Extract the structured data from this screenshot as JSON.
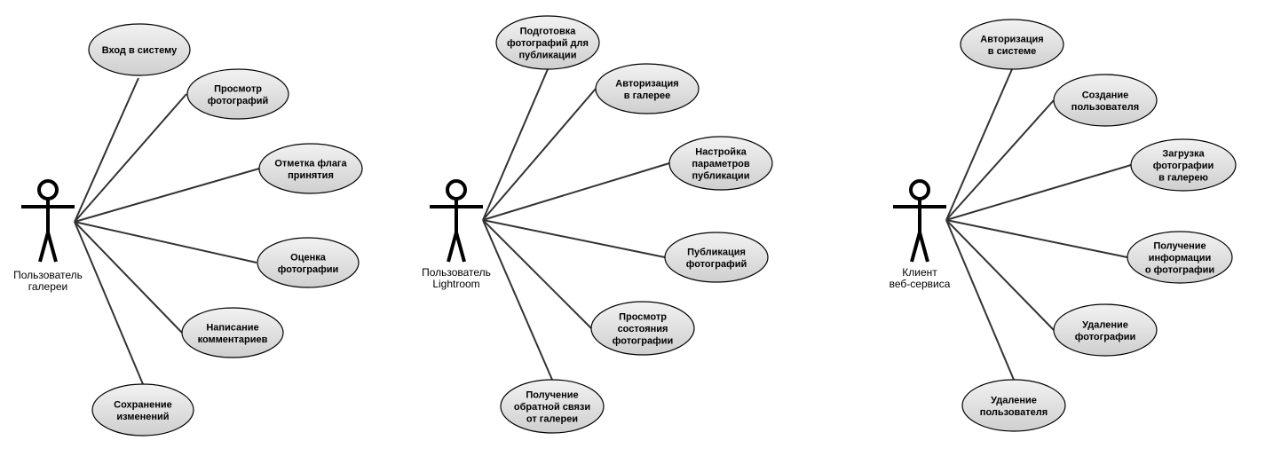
{
  "colors": {
    "ellipse_fill_top": "#f2f2f2",
    "ellipse_fill_bottom": "#cfcfcf",
    "line": "#333333",
    "actor": "#000000",
    "background": "#ffffff"
  },
  "diagrams": [
    {
      "actor": {
        "icon": "stick-figure-icon",
        "lines": [
          "Пользователь",
          "галереи"
        ]
      },
      "use_cases": [
        {
          "lines": [
            "Вход в систему"
          ]
        },
        {
          "lines": [
            "Просмотр",
            "фотографий"
          ]
        },
        {
          "lines": [
            "Отметка флага",
            "принятия"
          ]
        },
        {
          "lines": [
            "Оценка",
            "фотографии"
          ]
        },
        {
          "lines": [
            "Написание",
            "комментариев"
          ]
        },
        {
          "lines": [
            "Сохранение",
            "изменений"
          ]
        }
      ]
    },
    {
      "actor": {
        "icon": "stick-figure-icon",
        "lines": [
          "Пользователь",
          "Lightroom"
        ]
      },
      "use_cases": [
        {
          "lines": [
            "Подготовка",
            "фотографий для",
            "публикации"
          ]
        },
        {
          "lines": [
            "Авторизация",
            "в галерее"
          ]
        },
        {
          "lines": [
            "Настройка",
            "параметров",
            "публикации"
          ]
        },
        {
          "lines": [
            "Публикация",
            "фотографий"
          ]
        },
        {
          "lines": [
            "Просмотр",
            "состояния",
            "фотографии"
          ]
        },
        {
          "lines": [
            "Получение",
            "обратной связи",
            "от галереи"
          ]
        }
      ]
    },
    {
      "actor": {
        "icon": "stick-figure-icon",
        "lines": [
          "Клиент",
          "веб-сервиса"
        ]
      },
      "use_cases": [
        {
          "lines": [
            "Авторизация",
            "в системе"
          ]
        },
        {
          "lines": [
            "Создание",
            "пользователя"
          ]
        },
        {
          "lines": [
            "Загрузка",
            "фотографии",
            "в галерею"
          ]
        },
        {
          "lines": [
            "Получение",
            "информации",
            "о фотографии"
          ]
        },
        {
          "lines": [
            "Удаление",
            "фотографии"
          ]
        },
        {
          "lines": [
            "Удаление",
            "пользователя"
          ]
        }
      ]
    }
  ]
}
